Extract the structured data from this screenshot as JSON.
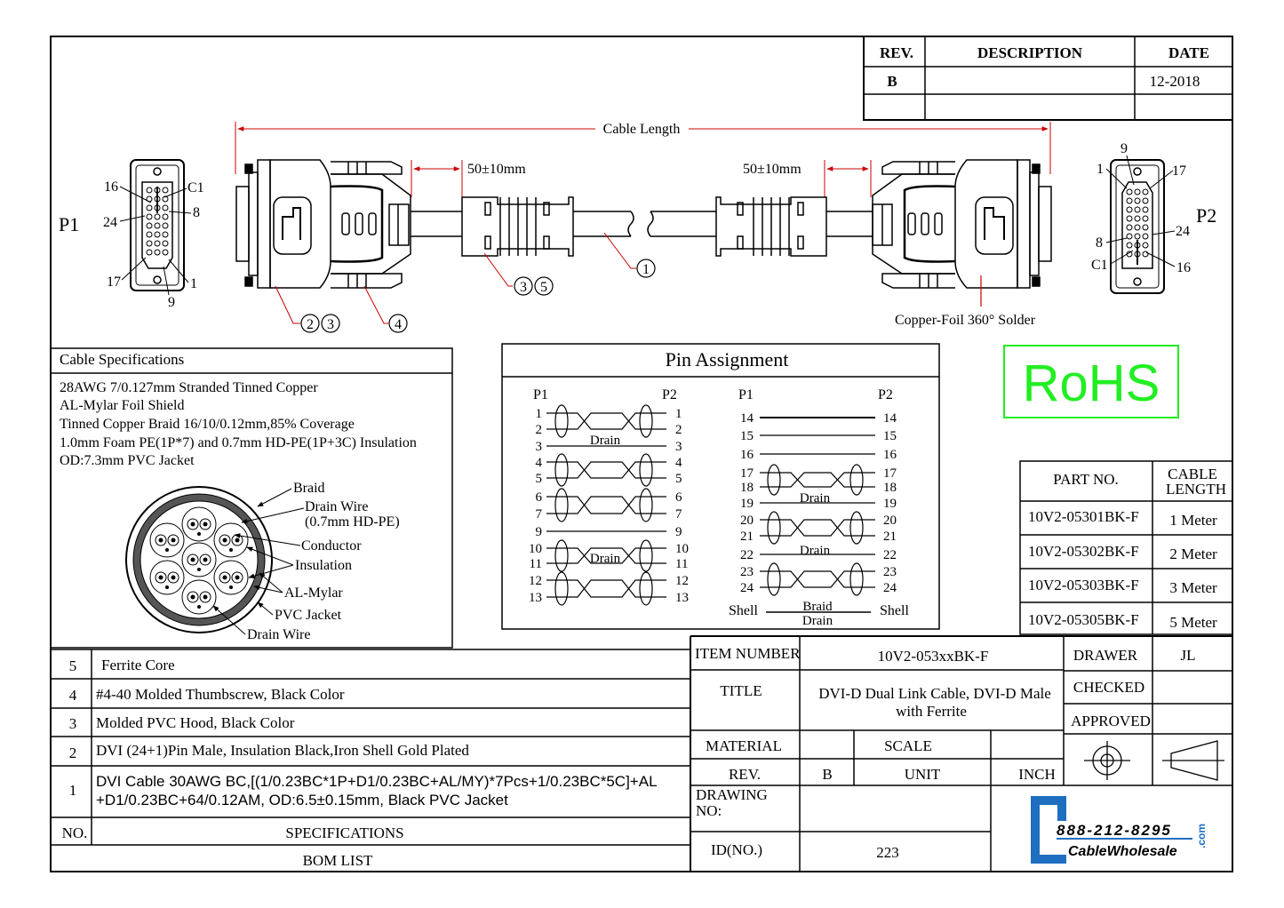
{
  "revision_block": {
    "headers": [
      "REV.",
      "DESCRIPTION",
      "DATE"
    ],
    "rev": "B",
    "description": "",
    "date": "12-2018"
  },
  "connectors": {
    "p1_label": "P1",
    "p2_label": "P2",
    "p1_pins": [
      "16",
      "C1",
      "24",
      "8",
      "17",
      "1",
      "9"
    ],
    "p2_pins": [
      "9",
      "1",
      "17",
      "24",
      "8",
      "C1",
      "16"
    ]
  },
  "dimensions": {
    "cable_length": "Cable Length",
    "ferrite_offset_left": "50±10mm",
    "ferrite_offset_right": "50±10mm"
  },
  "callouts": {
    "c1": "1",
    "c23": [
      "2",
      "3"
    ],
    "c4": "4",
    "c35": [
      "3",
      "5"
    ],
    "solder_note": "Copper-Foil 360° Solder"
  },
  "cable_specifications": {
    "title": "Cable Specifications",
    "lines": [
      "28AWG 7/0.127mm Stranded Tinned Copper",
      "AL-Mylar Foil Shield",
      "Tinned Copper Braid 16/10/0.12mm,85% Coverage",
      "1.0mm Foam PE(1P*7) and 0.7mm HD-PE(1P+3C) Insulation",
      "OD:7.3mm PVC Jacket"
    ],
    "cross_section_labels": [
      "Braid",
      "Drain Wire",
      "(0.7mm HD-PE)",
      "Conductor",
      "Insulation",
      "AL-Mylar",
      "PVC Jacket",
      "Drain Wire"
    ]
  },
  "pin_assignment": {
    "title": "Pin Assignment",
    "p1": "P1",
    "p2": "P2",
    "left_pins": [
      "1",
      "2",
      "3",
      "4",
      "5",
      "6",
      "7",
      "9",
      "10",
      "11",
      "12",
      "13"
    ],
    "right_pins": [
      "14",
      "15",
      "16",
      "17",
      "18",
      "19",
      "20",
      "21",
      "22",
      "23",
      "24"
    ],
    "drain": "Drain",
    "shell": "Shell",
    "braid": "Braid"
  },
  "rohs": "RoHS",
  "rohs_color": "#22ee22",
  "part_table": {
    "headers": [
      "PART NO.",
      "CABLE",
      "LENGTH"
    ],
    "rows": [
      {
        "part": "10V2-05301BK-F",
        "length": "1 Meter"
      },
      {
        "part": "10V2-05302BK-F",
        "length": "2 Meter"
      },
      {
        "part": "10V2-05303BK-F",
        "length": "3 Meter"
      },
      {
        "part": "10V2-05305BK-F",
        "length": "5 Meter"
      }
    ]
  },
  "bom": {
    "rows": [
      {
        "no": "5",
        "spec": "Ferrite Core"
      },
      {
        "no": "4",
        "spec": "#4-40 Molded Thumbscrew, Black Color"
      },
      {
        "no": "3",
        "spec": "Molded PVC Hood, Black Color"
      },
      {
        "no": "2",
        "spec": "DVI (24+1)Pin Male, Insulation Black,Iron Shell Gold Plated"
      },
      {
        "no": "1",
        "spec": "DVI Cable 30AWG BC,[(1/0.23BC*1P+D1/0.23BC+AL/MY)*7Pcs+1/0.23BC*5C]+AL",
        "spec2": "+D1/0.23BC+64/0.12AM, OD:6.5±0.15mm, Black PVC Jacket"
      }
    ],
    "header_no": "NO.",
    "header_spec": "SPECIFICATIONS",
    "footer": "BOM LIST"
  },
  "title_block": {
    "item_number_label": "ITEM NUMBER",
    "item_number": "10V2-053xxBK-F",
    "title_label": "TITLE",
    "title_line1": "DVI-D Dual Link Cable, DVI-D Male",
    "title_line2": "with Ferrite",
    "material_label": "MATERIAL",
    "scale_label": "SCALE",
    "rev_label": "REV.",
    "rev_value": "B",
    "unit_label": "UNIT",
    "unit_value": "INCH",
    "drawing_no_label1": "DRAWING",
    "drawing_no_label2": "NO:",
    "id_label": "ID(NO.)",
    "id_value": "223",
    "drawer_label": "DRAWER",
    "drawer_value": "JL",
    "checked_label": "CHECKED",
    "approved_label": "APPROVED"
  },
  "logo": {
    "phone": "888-212-8295",
    "name": "CableWholesale",
    "com": ".com",
    "color": "#1f6fc0"
  }
}
